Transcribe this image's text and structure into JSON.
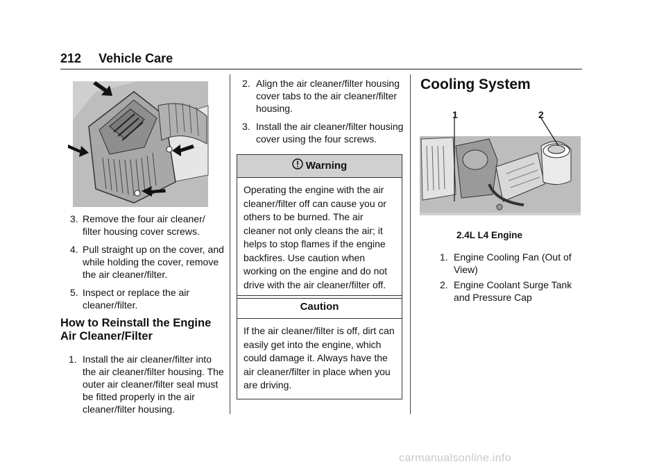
{
  "header": {
    "page_number": "212",
    "title": "Vehicle Care"
  },
  "remove_steps": [
    {
      "num": "3.",
      "text": "Remove the four air cleaner/ filter housing cover screws."
    },
    {
      "num": "4.",
      "text": "Pull straight up on the cover, and while holding the cover, remove the air cleaner/filter."
    },
    {
      "num": "5.",
      "text": "Inspect or replace the air cleaner/filter."
    }
  ],
  "reinstall": {
    "heading": "How to Reinstall the Engine Air Cleaner/Filter",
    "steps": [
      {
        "num": "1.",
        "text": "Install the air cleaner/filter into the air cleaner/filter housing. The outer air cleaner/filter seal must be fitted properly in the air cleaner/filter housing."
      },
      {
        "num": "2.",
        "text": "Align the air cleaner/filter housing cover tabs to the air cleaner/filter housing."
      },
      {
        "num": "3.",
        "text": "Install the air cleaner/filter housing cover using the four screws."
      }
    ]
  },
  "warning": {
    "icon": "warning-icon",
    "title": "Warning",
    "body": "Operating the engine with the air cleaner/filter off can cause you or others to be burned. The air cleaner not only cleans the air; it helps to stop flames if the engine backfires. Use caution when working on the engine and do not drive with the air cleaner/filter off."
  },
  "caution": {
    "title": "Caution",
    "body": "If the air cleaner/filter is off, dirt can easily get into the engine, which could damage it. Always have the air cleaner/filter in place when you are driving."
  },
  "cooling": {
    "heading": "Cooling System",
    "callouts": [
      "1",
      "2"
    ],
    "caption": "2.4L L4 Engine",
    "items": [
      {
        "num": "1.",
        "text": "Engine Cooling Fan (Out of View)"
      },
      {
        "num": "2.",
        "text": "Engine Coolant Surge Tank and Pressure Cap"
      }
    ]
  },
  "watermark": "carmanualsonline.info"
}
